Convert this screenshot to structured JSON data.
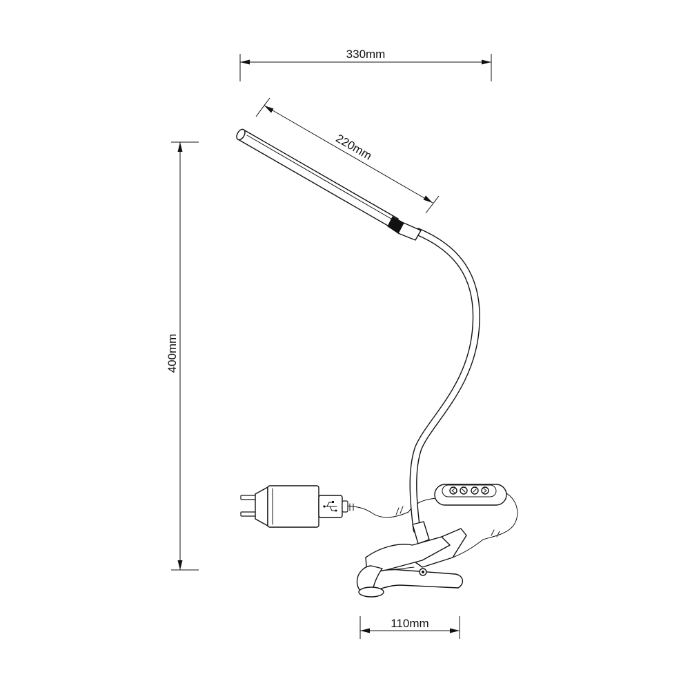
{
  "dimensions": {
    "overall_width": "330mm",
    "head_length": "220mm",
    "overall_height": "400mm",
    "clamp_width": "110mm"
  },
  "colors": {
    "ink": "#111111",
    "background": "#ffffff"
  },
  "parts": {
    "product": "clip-on gooseneck LED lamp",
    "icons": [
      "lamp-head-icon",
      "gooseneck-icon",
      "clamp-icon",
      "dimmer-switch-icon",
      "usb-plug-icon",
      "power-adapter-icon"
    ]
  }
}
